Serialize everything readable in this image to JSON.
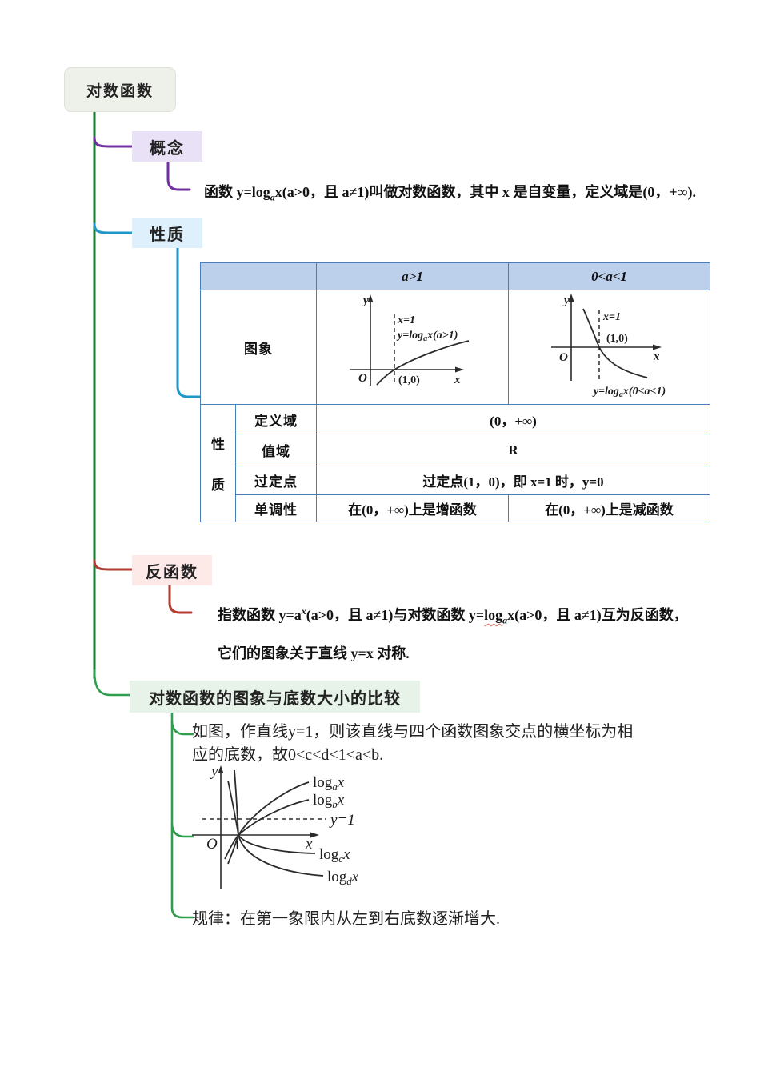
{
  "colors": {
    "trunk_green": "#1d7a33",
    "concept_purple": "#7030a0",
    "property_blue": "#1e96c8",
    "inverse_red": "#b23b32",
    "compare_green": "#2f9e4e",
    "root_bg": "#eef0ea",
    "concept_bg": "#e9e2f7",
    "property_bg": "#def0fb",
    "inverse_bg": "#fce9e8",
    "compare_bg": "#e7f2e8",
    "table_header_bg": "#bccfeb",
    "table_border": "#4a7ebb"
  },
  "root": {
    "label": "对数函数"
  },
  "concept": {
    "label": "概念",
    "text_pre": "函数 y=log",
    "text_sub": "a",
    "text_post": "x(a>0，且 a≠1)叫做对数函数，其中 x 是自变量，定义域是(0，+∞)."
  },
  "property": {
    "label": "性质",
    "table": {
      "header_col1": "a>1",
      "header_col2": "0<a<1",
      "graph_row_label": "图象",
      "side_label_top": "性",
      "side_label_bottom": "质",
      "row_domain": {
        "label": "定义域",
        "value": "(0，+∞)"
      },
      "row_range": {
        "label": "值域",
        "value": "R"
      },
      "row_fixed_point": {
        "label": "过定点",
        "value": "过定点(1，0)，即 x=1 时，y=0"
      },
      "row_monotonicity": {
        "label": "单调性",
        "value_a_gt_1": "在(0，+∞)上是增函数",
        "value_a_lt_1": "在(0，+∞)上是减函数"
      },
      "graph1": {
        "y_axis": "y",
        "x_axis": "x",
        "origin": "O",
        "asymptote": "x=1",
        "curve_pre": "y=log",
        "curve_sub": "a",
        "curve_post": "x(a>1)",
        "point": "(1,0)"
      },
      "graph2": {
        "y_axis": "y",
        "x_axis": "x",
        "origin": "O",
        "asymptote": "x=1",
        "curve_pre": "y=log",
        "curve_sub": "a",
        "curve_post": "x(0<a<1)",
        "point": "(1,0)"
      }
    }
  },
  "inverse": {
    "label": "反函数",
    "line1_pre": "指数函数 y=a",
    "line1_sup": "x",
    "line1_mid": "(a>0，且 a≠1)与对数函数 y=",
    "line1_log": "log",
    "line1_sub": "a",
    "line1_post": "x(a>0，且 a≠1)互为反函数，",
    "line2": "它们的图象关于直线 y=x 对称."
  },
  "compare": {
    "label": "对数函数的图象与底数大小的比较",
    "description": "如图，作直线y=1，则该直线与四个函数图象交点的横坐标为相应的底数，故0<c<d<1<a<b.",
    "rule": "规律：在第一象限内从左到右底数逐渐增大.",
    "graph": {
      "y_axis": "y",
      "x_axis": "x",
      "origin": "O",
      "one": "1",
      "line_label": "y=1",
      "curves": [
        {
          "fn": "log",
          "base": "a",
          "arg": "x"
        },
        {
          "fn": "log",
          "base": "b",
          "arg": "x"
        },
        {
          "fn": "log",
          "base": "c",
          "arg": "x"
        },
        {
          "fn": "log",
          "base": "d",
          "arg": "x"
        }
      ]
    }
  }
}
